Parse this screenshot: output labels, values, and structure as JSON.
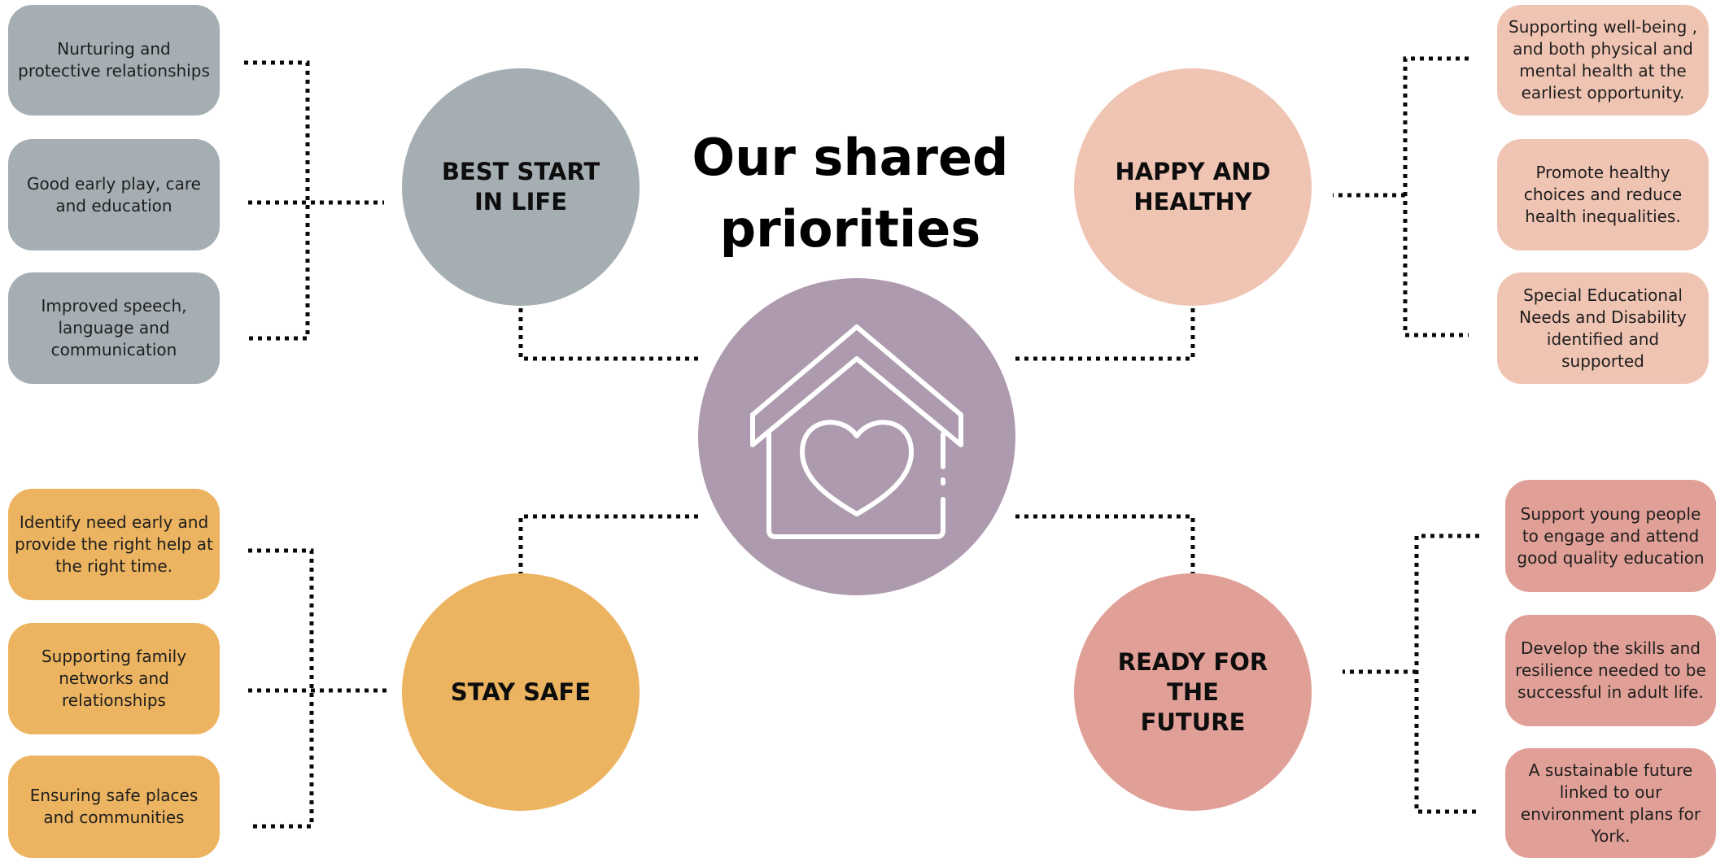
{
  "title": "Our shared\npriorities",
  "colors": {
    "best_start": "#a5aeb3",
    "happy_healthy": "#f0c4b3",
    "stay_safe": "#ecb460",
    "ready_future": "#e1a097",
    "center": "#ae9aae",
    "connector": "#0a0a0a",
    "house_line": "#ffffff"
  },
  "center_icon": "house-heart-icon",
  "priorities": {
    "best_start": {
      "label": "BEST START\nIN LIFE",
      "items": [
        "Nurturing and protective relationships",
        "Good early play, care and education",
        "Improved speech, language and communication"
      ]
    },
    "happy_healthy": {
      "label": "HAPPY AND\nHEALTHY",
      "items": [
        "Supporting well-being , and both physical and mental health at the earliest opportunity.",
        "Promote healthy choices and reduce health inequalities.",
        "Special Educational Needs and Disability identified and supported"
      ]
    },
    "stay_safe": {
      "label": "STAY SAFE",
      "items": [
        "Identify need early and provide the right help at the right time.",
        "Supporting family networks and relationships",
        "Ensuring safe places and communities"
      ]
    },
    "ready_future": {
      "label": "READY FOR\nTHE\nFUTURE",
      "items": [
        "Support young people to engage and attend good quality education",
        "Develop the skills and resilience needed to be successful in adult life.",
        "A sustainable future linked to our environment plans for York."
      ]
    }
  }
}
